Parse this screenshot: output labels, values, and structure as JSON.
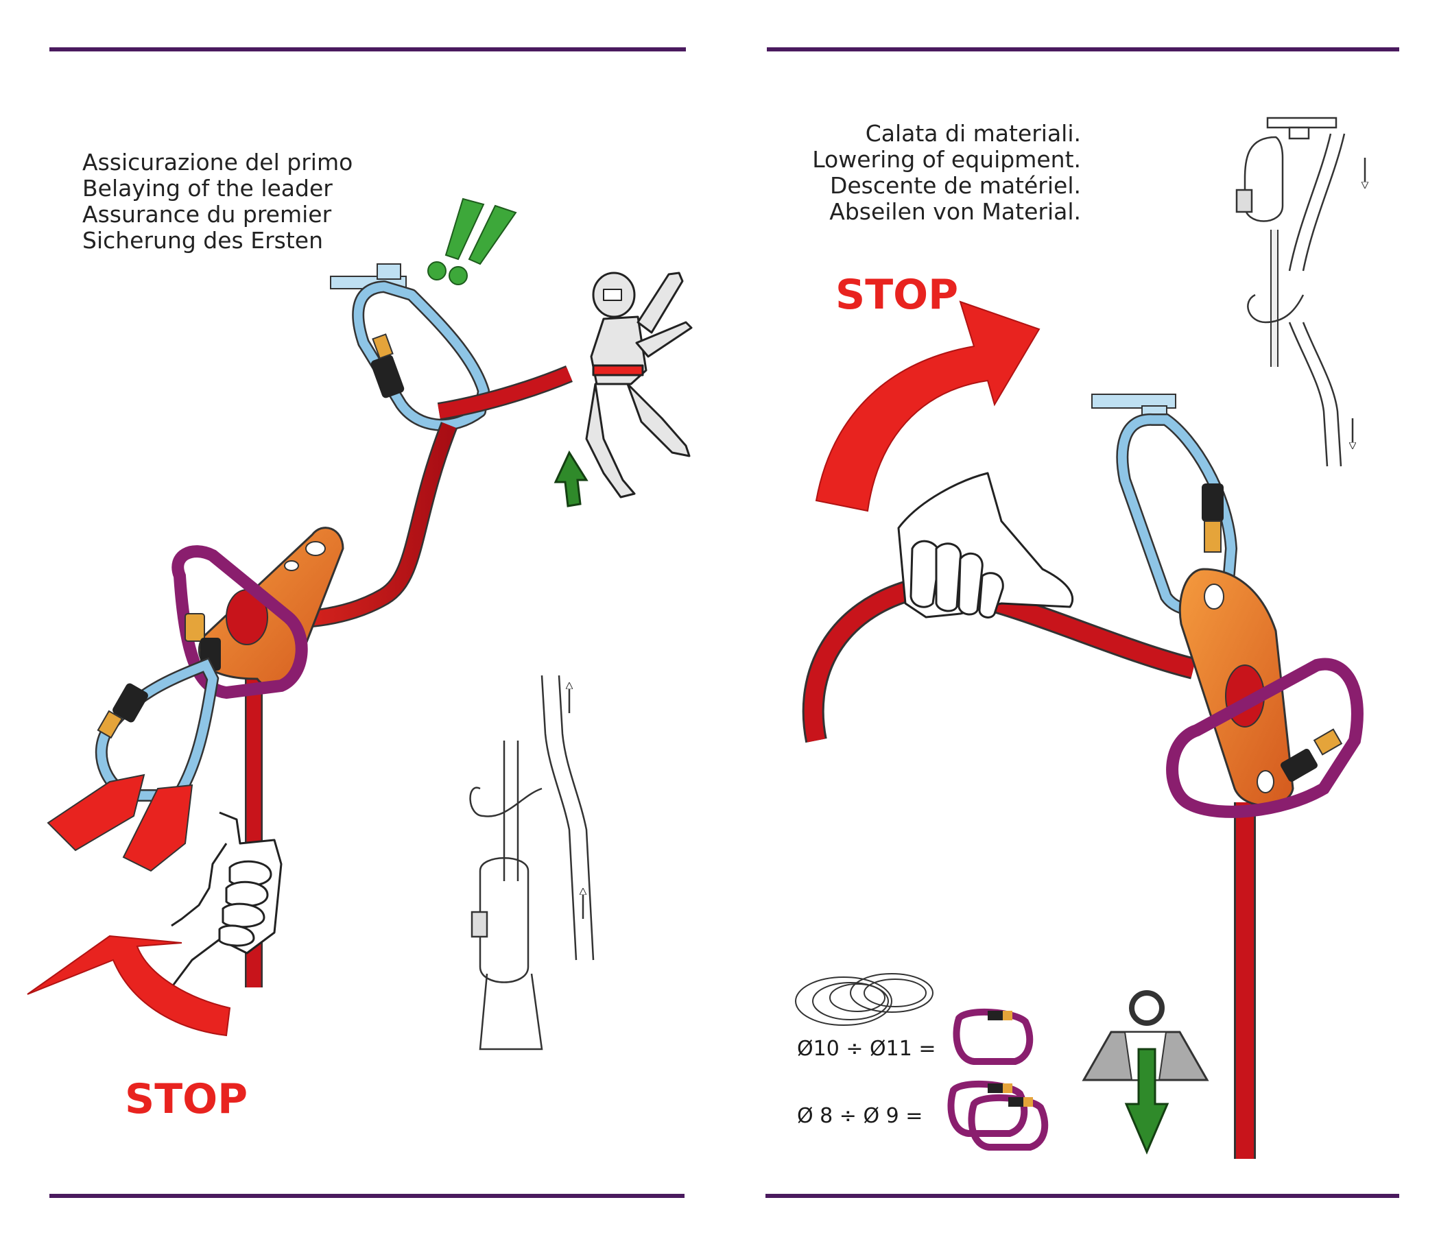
{
  "left_panel": {
    "caption_lines": [
      "Assicurazione del primo",
      "Belaying of the leader",
      "Assurance du premier",
      "Sicherung des Ersten"
    ],
    "stop_label": "STOP",
    "exclamation_text": "!!"
  },
  "right_panel": {
    "caption_lines": [
      "Calata di materiali.",
      "Lowering of equipment.",
      "Descente de matériel.",
      "Abseilen von Material."
    ],
    "stop_label": "STOP",
    "rope_diameter_rows": [
      {
        "label": "Ø10 ÷ Ø11 =",
        "carabiners": 1
      },
      {
        "label": "Ø  8 ÷ Ø  9 =",
        "carabiners": 2
      }
    ]
  },
  "colors": {
    "rule": "#4a1a5e",
    "stop_red": "#e8231f",
    "rope_red": "#c8141b",
    "carabiner_blue": "#8ec5e6",
    "carabiner_purple": "#8a1e6e",
    "plate_orange": "#e8752a",
    "gate_gold": "#e5a43a",
    "arrow_green": "#2f8a2a",
    "anchor_blue": "#bfe0f2"
  },
  "icons": [
    "anchor-plate-icon",
    "carabiner-icon",
    "belay-plate-icon",
    "rope-icon",
    "hand-icon",
    "climber-icon",
    "stop-arrow-icon",
    "up-arrow-icon",
    "down-arrow-icon",
    "rope-coil-icon",
    "weight-icon",
    "exclamation-icon"
  ]
}
